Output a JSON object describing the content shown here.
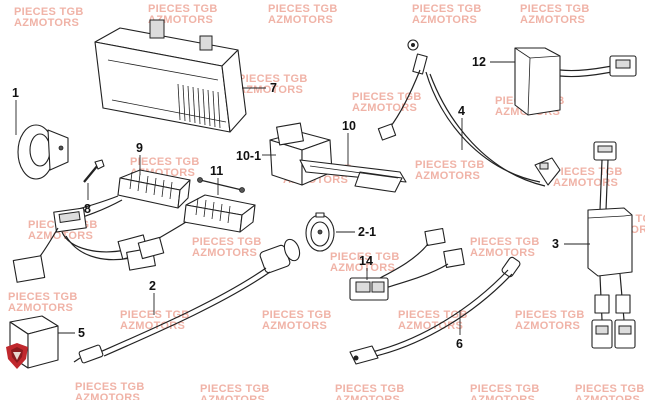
{
  "watermarks": {
    "line1": "PIECES TGB",
    "line2": "AZMOTORS"
  },
  "parts": [
    {
      "ref": "1"
    },
    {
      "ref": "2"
    },
    {
      "ref": "2-1"
    },
    {
      "ref": "3"
    },
    {
      "ref": "4"
    },
    {
      "ref": "5"
    },
    {
      "ref": "6"
    },
    {
      "ref": "7"
    },
    {
      "ref": "8"
    },
    {
      "ref": "9"
    },
    {
      "ref": "10"
    },
    {
      "ref": "10-1"
    },
    {
      "ref": "11"
    },
    {
      "ref": "12"
    },
    {
      "ref": "14"
    }
  ],
  "colors": {
    "watermark": "#f0b3a7",
    "logo": "#c0282d",
    "ink": "#222222"
  },
  "logo_icon": "shield-logo-icon"
}
